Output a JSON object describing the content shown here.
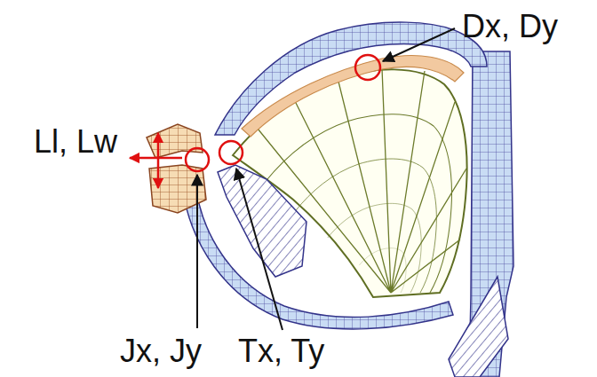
{
  "diagram": {
    "labels": [
      "Dx, Dy",
      "Ll, Lw",
      "Jx, Jy",
      "Tx, Ty"
    ]
  }
}
